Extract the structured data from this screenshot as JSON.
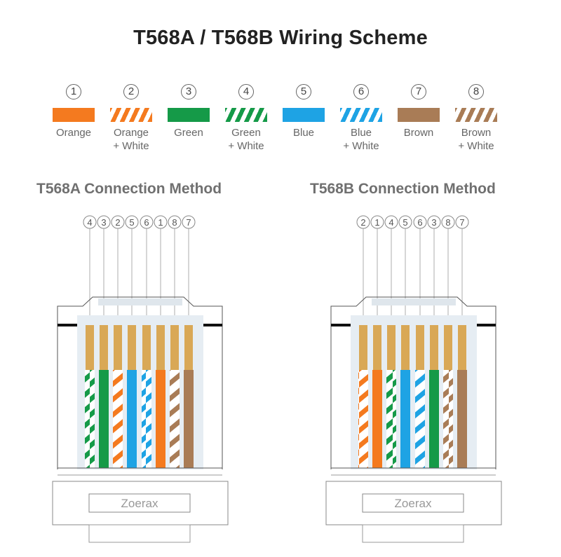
{
  "title": "T568A / T568B Wiring Scheme",
  "legend": [
    {
      "num": "1",
      "label1": "Orange",
      "label2": "",
      "color": "#f47a1f",
      "striped": false
    },
    {
      "num": "2",
      "label1": "Orange",
      "label2": "+ White",
      "color": "#f47a1f",
      "striped": true
    },
    {
      "num": "3",
      "label1": "Green",
      "label2": "",
      "color": "#159a48",
      "striped": false
    },
    {
      "num": "4",
      "label1": "Green",
      "label2": "+ White",
      "color": "#159a48",
      "striped": true
    },
    {
      "num": "5",
      "label1": "Blue",
      "label2": "",
      "color": "#1ea3e4",
      "striped": false
    },
    {
      "num": "6",
      "label1": "Blue",
      "label2": "+ White",
      "color": "#1ea3e4",
      "striped": true
    },
    {
      "num": "7",
      "label1": "Brown",
      "label2": "",
      "color": "#a97c56",
      "striped": false
    },
    {
      "num": "8",
      "label1": "Brown",
      "label2": "+ White",
      "color": "#a97c56",
      "striped": true
    }
  ],
  "connectors": [
    {
      "id": "t568a",
      "title": "T568A Connection Method",
      "order": [
        "4",
        "3",
        "2",
        "5",
        "6",
        "1",
        "8",
        "7"
      ],
      "brand": "Zoerax"
    },
    {
      "id": "t568b",
      "title": "T568B Connection Method",
      "order": [
        "2",
        "1",
        "4",
        "5",
        "6",
        "3",
        "8",
        "7"
      ],
      "brand": "Zoerax"
    }
  ],
  "colors": {
    "contact": "#d9a856",
    "outline": "#555555",
    "body": "#e6edf3"
  }
}
